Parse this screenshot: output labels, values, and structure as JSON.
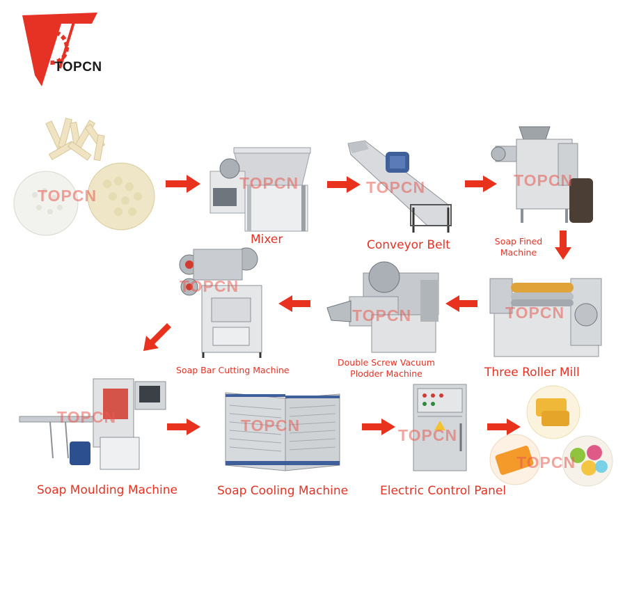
{
  "brand": {
    "name": "TOPCN",
    "accent": "#e53224",
    "watermark": "TOPCN"
  },
  "steps": [
    {
      "id": "raw",
      "label": ""
    },
    {
      "id": "mixer",
      "label": "Mixer"
    },
    {
      "id": "conveyor",
      "label": "Conveyor Belt"
    },
    {
      "id": "refiner",
      "label": "Soap Fined Machine"
    },
    {
      "id": "roller",
      "label": "Three Roller Mill"
    },
    {
      "id": "plodder",
      "label": "Double Screw Vacuum Plodder Machine"
    },
    {
      "id": "cutter",
      "label": "Soap Bar Cutting Machine"
    },
    {
      "id": "moulding",
      "label": "Soap Moulding Machine"
    },
    {
      "id": "cooling",
      "label": "Soap Cooling Machine"
    },
    {
      "id": "panel",
      "label": "Electric Control Panel"
    },
    {
      "id": "product",
      "label": ""
    }
  ],
  "labels": {
    "mixer": "Mixer",
    "conveyor": "Conveyor Belt",
    "refiner_line1": "Soap Fined",
    "refiner_line2": "Machine",
    "roller": "Three Roller Mill",
    "plodder_line1": "Double Screw Vacuum",
    "plodder_line2": "Plodder Machine",
    "cutter": "Soap Bar Cutting Machine",
    "moulding": "Soap Moulding Machine",
    "cooling": "Soap Cooling Machine",
    "panel": "Electric Control Panel"
  },
  "colors": {
    "arrow": "#e8321e",
    "metal": "#c9ccd0",
    "metal_dark": "#8d9298",
    "blue": "#3f5f9a",
    "soap_yellow": "#f0b838"
  }
}
